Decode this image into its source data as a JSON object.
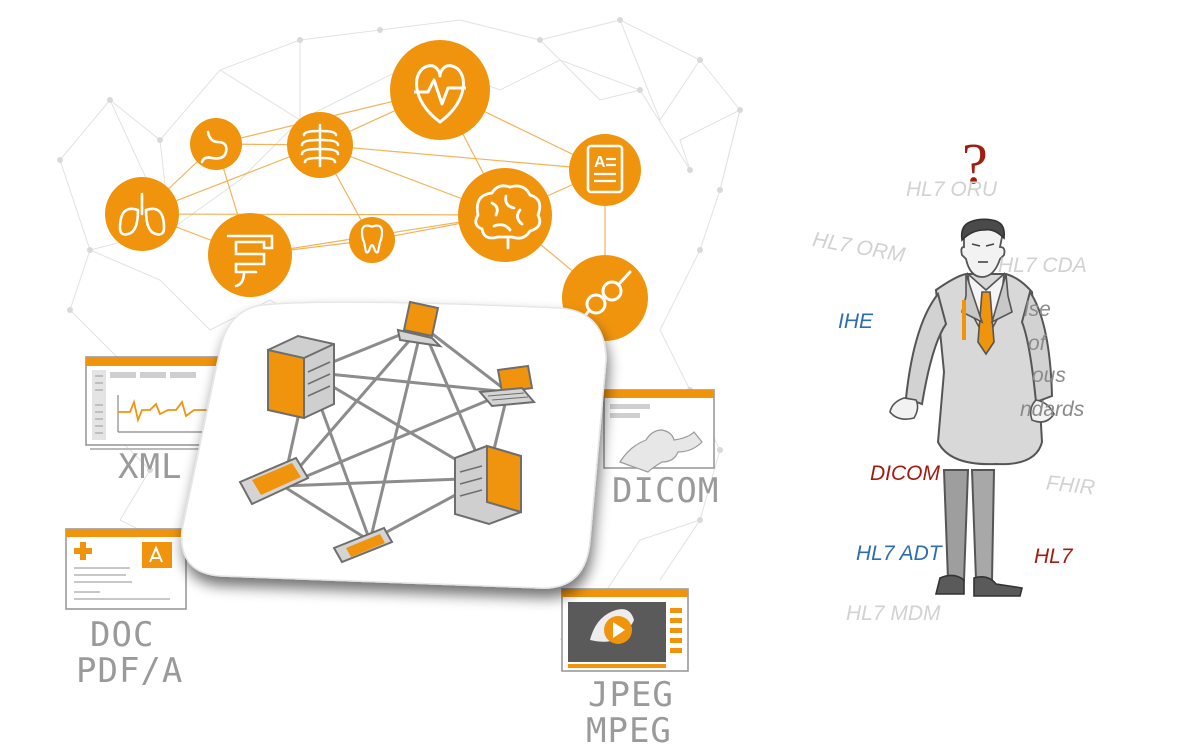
{
  "formats": {
    "xml": "XML",
    "dicom": "DICOM",
    "doc": "DOC",
    "pdfa": "PDF/A",
    "jpeg": "JPEG",
    "mpeg": "MPEG"
  },
  "question_mark": "?",
  "standards": {
    "hl7_oru": "HL7 ORU",
    "hl7_orm": "HL7 ORM",
    "hl7_cda": "HL7 CDA",
    "ihe": "IHE",
    "fhir": "FHIR",
    "dicom": "DICOM",
    "hl7_adt": "HL7 ADT",
    "hl7": "HL7",
    "hl7_mdm": "HL7 MDM"
  },
  "background_text": [
    "lse",
    "of",
    "ous",
    "ndards"
  ],
  "icons": [
    "stomach-icon",
    "ribcage-icon",
    "heart-pulse-icon",
    "document-icon",
    "lungs-icon",
    "intestine-icon",
    "tooth-icon",
    "brain-icon",
    "bone-joint-icon"
  ],
  "colors": {
    "accent": "#f0940e",
    "line": "#8c8c8c",
    "standard_blue": "#2d6db0",
    "standard_red": "#a01d10"
  }
}
